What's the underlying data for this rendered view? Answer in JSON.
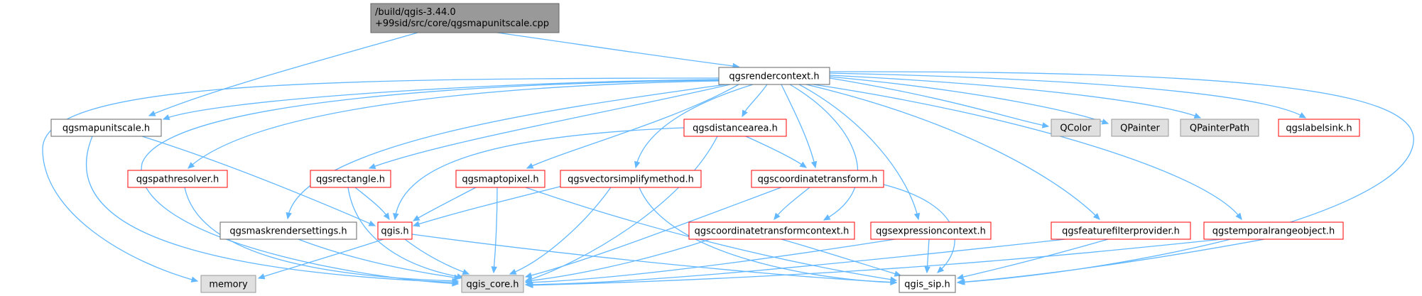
{
  "diagram": {
    "type": "include-dependency-graph",
    "colors": {
      "root_fill": "#999999",
      "root_border": "#666666",
      "node_fill": "#ffffff",
      "node_border_plain": "#666666",
      "node_border_red": "#ff0000",
      "external_fill": "#e0e0e0",
      "external_border": "#999999",
      "edge": "#63b8ff",
      "text": "#000000"
    },
    "nodes": [
      {
        "id": "root",
        "style": "root",
        "lines": [
          "/build/qgis-3.44.0",
          "+99sid/src/core/qgsmapunitscale.cpp"
        ]
      },
      {
        "id": "qgsrendercontext_h",
        "style": "plain",
        "lines": [
          "qgsrendercontext.h"
        ]
      },
      {
        "id": "qgsmapunitscale_h",
        "style": "plain",
        "lines": [
          "qgsmapunitscale.h"
        ]
      },
      {
        "id": "qgis_h",
        "style": "red",
        "lines": [
          "qgis.h"
        ]
      },
      {
        "id": "qgis_core_h",
        "style": "external",
        "lines": [
          "qgis_core.h"
        ]
      },
      {
        "id": "qgis_sip_h",
        "style": "plain",
        "lines": [
          "qgis_sip.h"
        ]
      },
      {
        "id": "memory",
        "style": "external",
        "lines": [
          "memory"
        ]
      },
      {
        "id": "qgsspathresolver_h",
        "style": "red",
        "lines": [
          "qgspathresolver.h"
        ]
      },
      {
        "id": "qgsrectangle_h",
        "style": "red",
        "lines": [
          "qgsrectangle.h"
        ]
      },
      {
        "id": "qgsmaskrendersettings_h",
        "style": "plain",
        "lines": [
          "qgsmaskrendersettings.h"
        ]
      },
      {
        "id": "qgsmaptopixel_h",
        "style": "red",
        "lines": [
          "qgsmaptopixel.h"
        ]
      },
      {
        "id": "qgsvectorsimplifymethod_h",
        "style": "red",
        "lines": [
          "qgsvectorsimplifymethod.h"
        ]
      },
      {
        "id": "qgsdistancearea_h",
        "style": "red",
        "lines": [
          "qgsdistancearea.h"
        ]
      },
      {
        "id": "qgscoordinatetransform_h",
        "style": "red",
        "lines": [
          "qgscoordinatetransform.h"
        ]
      },
      {
        "id": "qgscoordinatetransformcontext_h",
        "style": "red",
        "lines": [
          "qgscoordinatetransformcontext.h"
        ]
      },
      {
        "id": "qgsexpressioncontext_h",
        "style": "red",
        "lines": [
          "qgsexpressioncontext.h"
        ]
      },
      {
        "id": "qgsfeaturefilterprovider_h",
        "style": "red",
        "lines": [
          "qgsfeaturefilterprovider.h"
        ]
      },
      {
        "id": "qgstemporalrangeobject_h",
        "style": "red",
        "lines": [
          "qgstemporalrangeobject.h"
        ]
      },
      {
        "id": "QColor",
        "style": "external",
        "lines": [
          "QColor"
        ]
      },
      {
        "id": "QPainter",
        "style": "external",
        "lines": [
          "QPainter"
        ]
      },
      {
        "id": "QPainterPath",
        "style": "external",
        "lines": [
          "QPainterPath"
        ]
      },
      {
        "id": "qgslabelsink_h",
        "style": "red",
        "lines": [
          "qgslabelsink.h"
        ]
      }
    ],
    "edges": [
      [
        "root",
        "qgsmapunitscale_h"
      ],
      [
        "root",
        "qgsrendercontext_h"
      ],
      [
        "qgsrendercontext_h",
        "memory"
      ],
      [
        "qgsrendercontext_h",
        "qgsmapunitscale_h"
      ],
      [
        "qgsrendercontext_h",
        "qgis_core_h"
      ],
      [
        "qgsrendercontext_h",
        "qgsspathresolver_h"
      ],
      [
        "qgsrendercontext_h",
        "qgsmaskrendersettings_h"
      ],
      [
        "qgsrendercontext_h",
        "qgsrectangle_h"
      ],
      [
        "qgsrendercontext_h",
        "qgsmaptopixel_h"
      ],
      [
        "qgsrendercontext_h",
        "qgsvectorsimplifymethod_h"
      ],
      [
        "qgsrendercontext_h",
        "qgsdistancearea_h"
      ],
      [
        "qgsrendercontext_h",
        "qgscoordinatetransform_h"
      ],
      [
        "qgsrendercontext_h",
        "qgscoordinatetransformcontext_h"
      ],
      [
        "qgsrendercontext_h",
        "qgsexpressioncontext_h"
      ],
      [
        "qgsrendercontext_h",
        "qgsfeaturefilterprovider_h"
      ],
      [
        "qgsrendercontext_h",
        "qgstemporalrangeobject_h"
      ],
      [
        "qgsrendercontext_h",
        "QColor"
      ],
      [
        "qgsrendercontext_h",
        "QPainter"
      ],
      [
        "qgsrendercontext_h",
        "QPainterPath"
      ],
      [
        "qgsrendercontext_h",
        "qgslabelsink_h"
      ],
      [
        "qgsrendercontext_h",
        "qgis_sip_h"
      ],
      [
        "qgsmapunitscale_h",
        "qgis_core_h"
      ],
      [
        "qgsmapunitscale_h",
        "qgis_h"
      ],
      [
        "qgsspathresolver_h",
        "qgis_core_h"
      ],
      [
        "qgsrectangle_h",
        "qgis_h"
      ],
      [
        "qgsrectangle_h",
        "qgis_core_h"
      ],
      [
        "qgsmaskrendersettings_h",
        "qgis_core_h"
      ],
      [
        "qgsmaptopixel_h",
        "qgis_h"
      ],
      [
        "qgsmaptopixel_h",
        "qgis_core_h"
      ],
      [
        "qgsmaptopixel_h",
        "qgis_sip_h"
      ],
      [
        "qgsvectorsimplifymethod_h",
        "qgis_h"
      ],
      [
        "qgsvectorsimplifymethod_h",
        "qgis_core_h"
      ],
      [
        "qgsvectorsimplifymethod_h",
        "qgis_sip_h"
      ],
      [
        "qgsdistancearea_h",
        "qgis_h"
      ],
      [
        "qgsdistancearea_h",
        "qgis_core_h"
      ],
      [
        "qgsdistancearea_h",
        "qgscoordinatetransform_h"
      ],
      [
        "qgscoordinatetransform_h",
        "qgis_core_h"
      ],
      [
        "qgscoordinatetransform_h",
        "qgscoordinatetransformcontext_h"
      ],
      [
        "qgscoordinatetransform_h",
        "qgis_sip_h"
      ],
      [
        "qgscoordinatetransformcontext_h",
        "qgis_core_h"
      ],
      [
        "qgscoordinatetransformcontext_h",
        "qgis_sip_h"
      ],
      [
        "qgsexpressioncontext_h",
        "qgis_core_h"
      ],
      [
        "qgsexpressioncontext_h",
        "qgis_sip_h"
      ],
      [
        "qgsfeaturefilterprovider_h",
        "qgis_core_h"
      ],
      [
        "qgsfeaturefilterprovider_h",
        "qgis_sip_h"
      ],
      [
        "qgstemporalrangeobject_h",
        "qgis_core_h"
      ],
      [
        "qgstemporalrangeobject_h",
        "qgis_sip_h"
      ],
      [
        "qgis_h",
        "memory"
      ],
      [
        "qgis_h",
        "qgis_core_h"
      ],
      [
        "qgis_h",
        "qgis_sip_h"
      ]
    ]
  }
}
